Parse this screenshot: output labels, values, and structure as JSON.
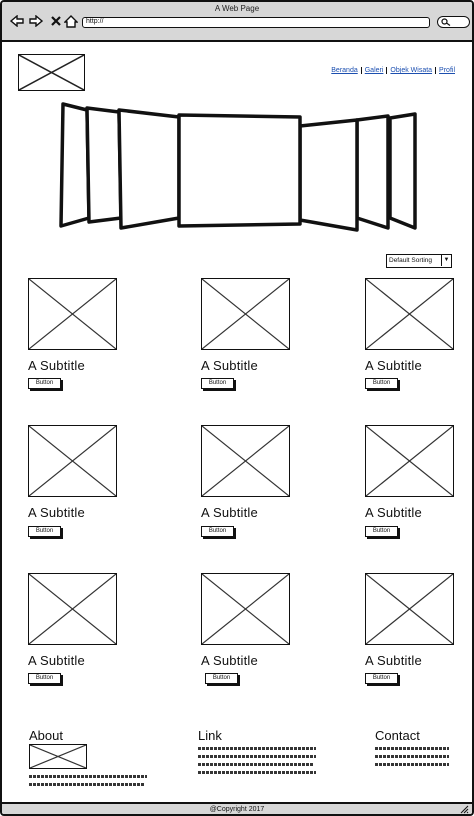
{
  "window": {
    "title": "A Web Page"
  },
  "browser": {
    "url": "http://",
    "icons": [
      "back-arrow-icon",
      "forward-arrow-icon",
      "close-icon",
      "home-icon",
      "search-icon"
    ]
  },
  "nav": {
    "links": [
      {
        "label": "Beranda"
      },
      {
        "label": "Galeri"
      },
      {
        "label": "Objek Wisata"
      },
      {
        "label": "Profil"
      }
    ]
  },
  "sort": {
    "selected": "Default Sorting"
  },
  "cards": [
    {
      "title": "A Subtitle",
      "button": "Button"
    },
    {
      "title": "A Subtitle",
      "button": "Button"
    },
    {
      "title": "A Subtitle",
      "button": "Button"
    },
    {
      "title": "A Subtitle",
      "button": "Button"
    },
    {
      "title": "A Subtitle",
      "button": "Button"
    },
    {
      "title": "A Subtitle",
      "button": "Button"
    },
    {
      "title": "A Subtitle",
      "button": "Button"
    },
    {
      "title": "A Subtitle",
      "button": "Button"
    },
    {
      "title": "A Subtitle",
      "button": "Button"
    }
  ],
  "footer_sections": {
    "about": "About",
    "link": "Link",
    "contact": "Contact"
  },
  "copyright": "@Copyright 2017"
}
